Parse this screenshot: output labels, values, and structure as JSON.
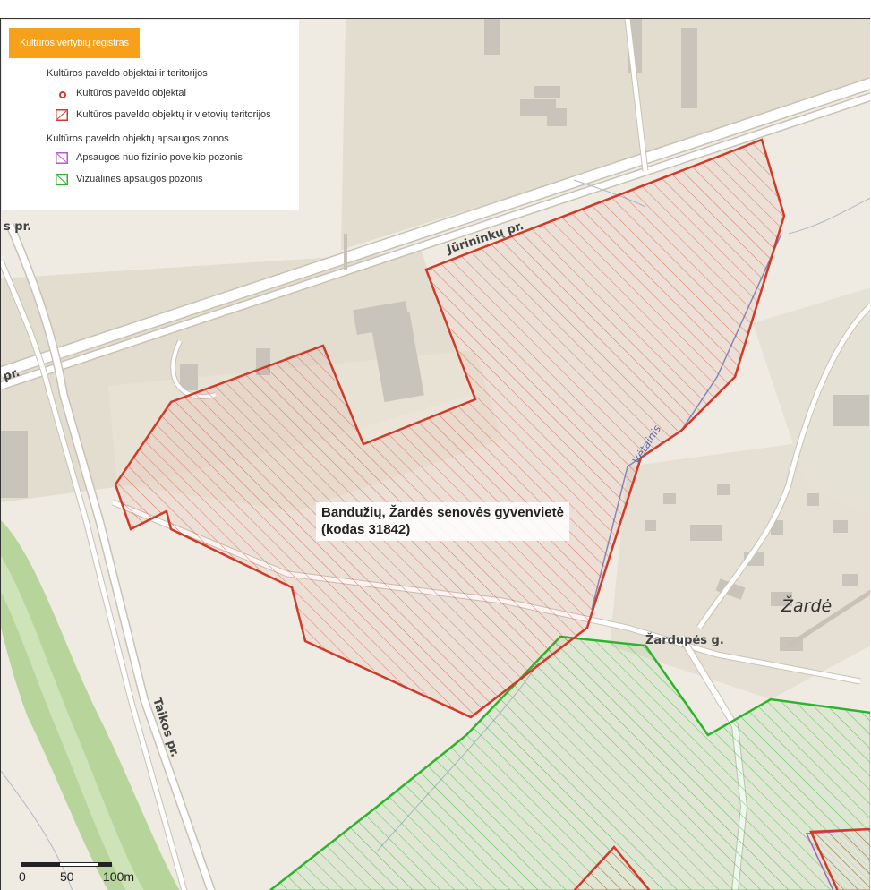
{
  "legend": {
    "title": "Kultūros vertybių registras",
    "group1": "Kultūros paveldo objektai ir teritorijos",
    "item_objects": "Kultūros paveldo objektai",
    "item_territories": "Kultūros paveldo objektų ir vietovių teritorijos",
    "group2": "Kultūros paveldo objektų apsaugos zonos",
    "item_physical": "Apsaugos nuo fizinio poveikio pozonis",
    "item_visual": "Vizualinės apsaugos pozonis"
  },
  "colors": {
    "territory": "#d23a2a",
    "physical_zone": "#b35bd1",
    "visual_zone": "#2cb52c",
    "legend_title_bg": "#f7a11a",
    "map_background": "#efebe2"
  },
  "feature": {
    "name": "Bandužių, Žardės senovės gyvenvietė",
    "code": "(kodas 31842)"
  },
  "streets": {
    "jurininku": "Jūrininkų pr.",
    "taikos": "Taikos pr.",
    "zardupes": "Žardupės g.",
    "left_top": "s pr.",
    "left_mid": "pr.",
    "stream": "Vėtainis"
  },
  "places": {
    "zarde": "Žardė"
  },
  "scalebar": {
    "labels": [
      "0",
      "50",
      "100m"
    ]
  }
}
